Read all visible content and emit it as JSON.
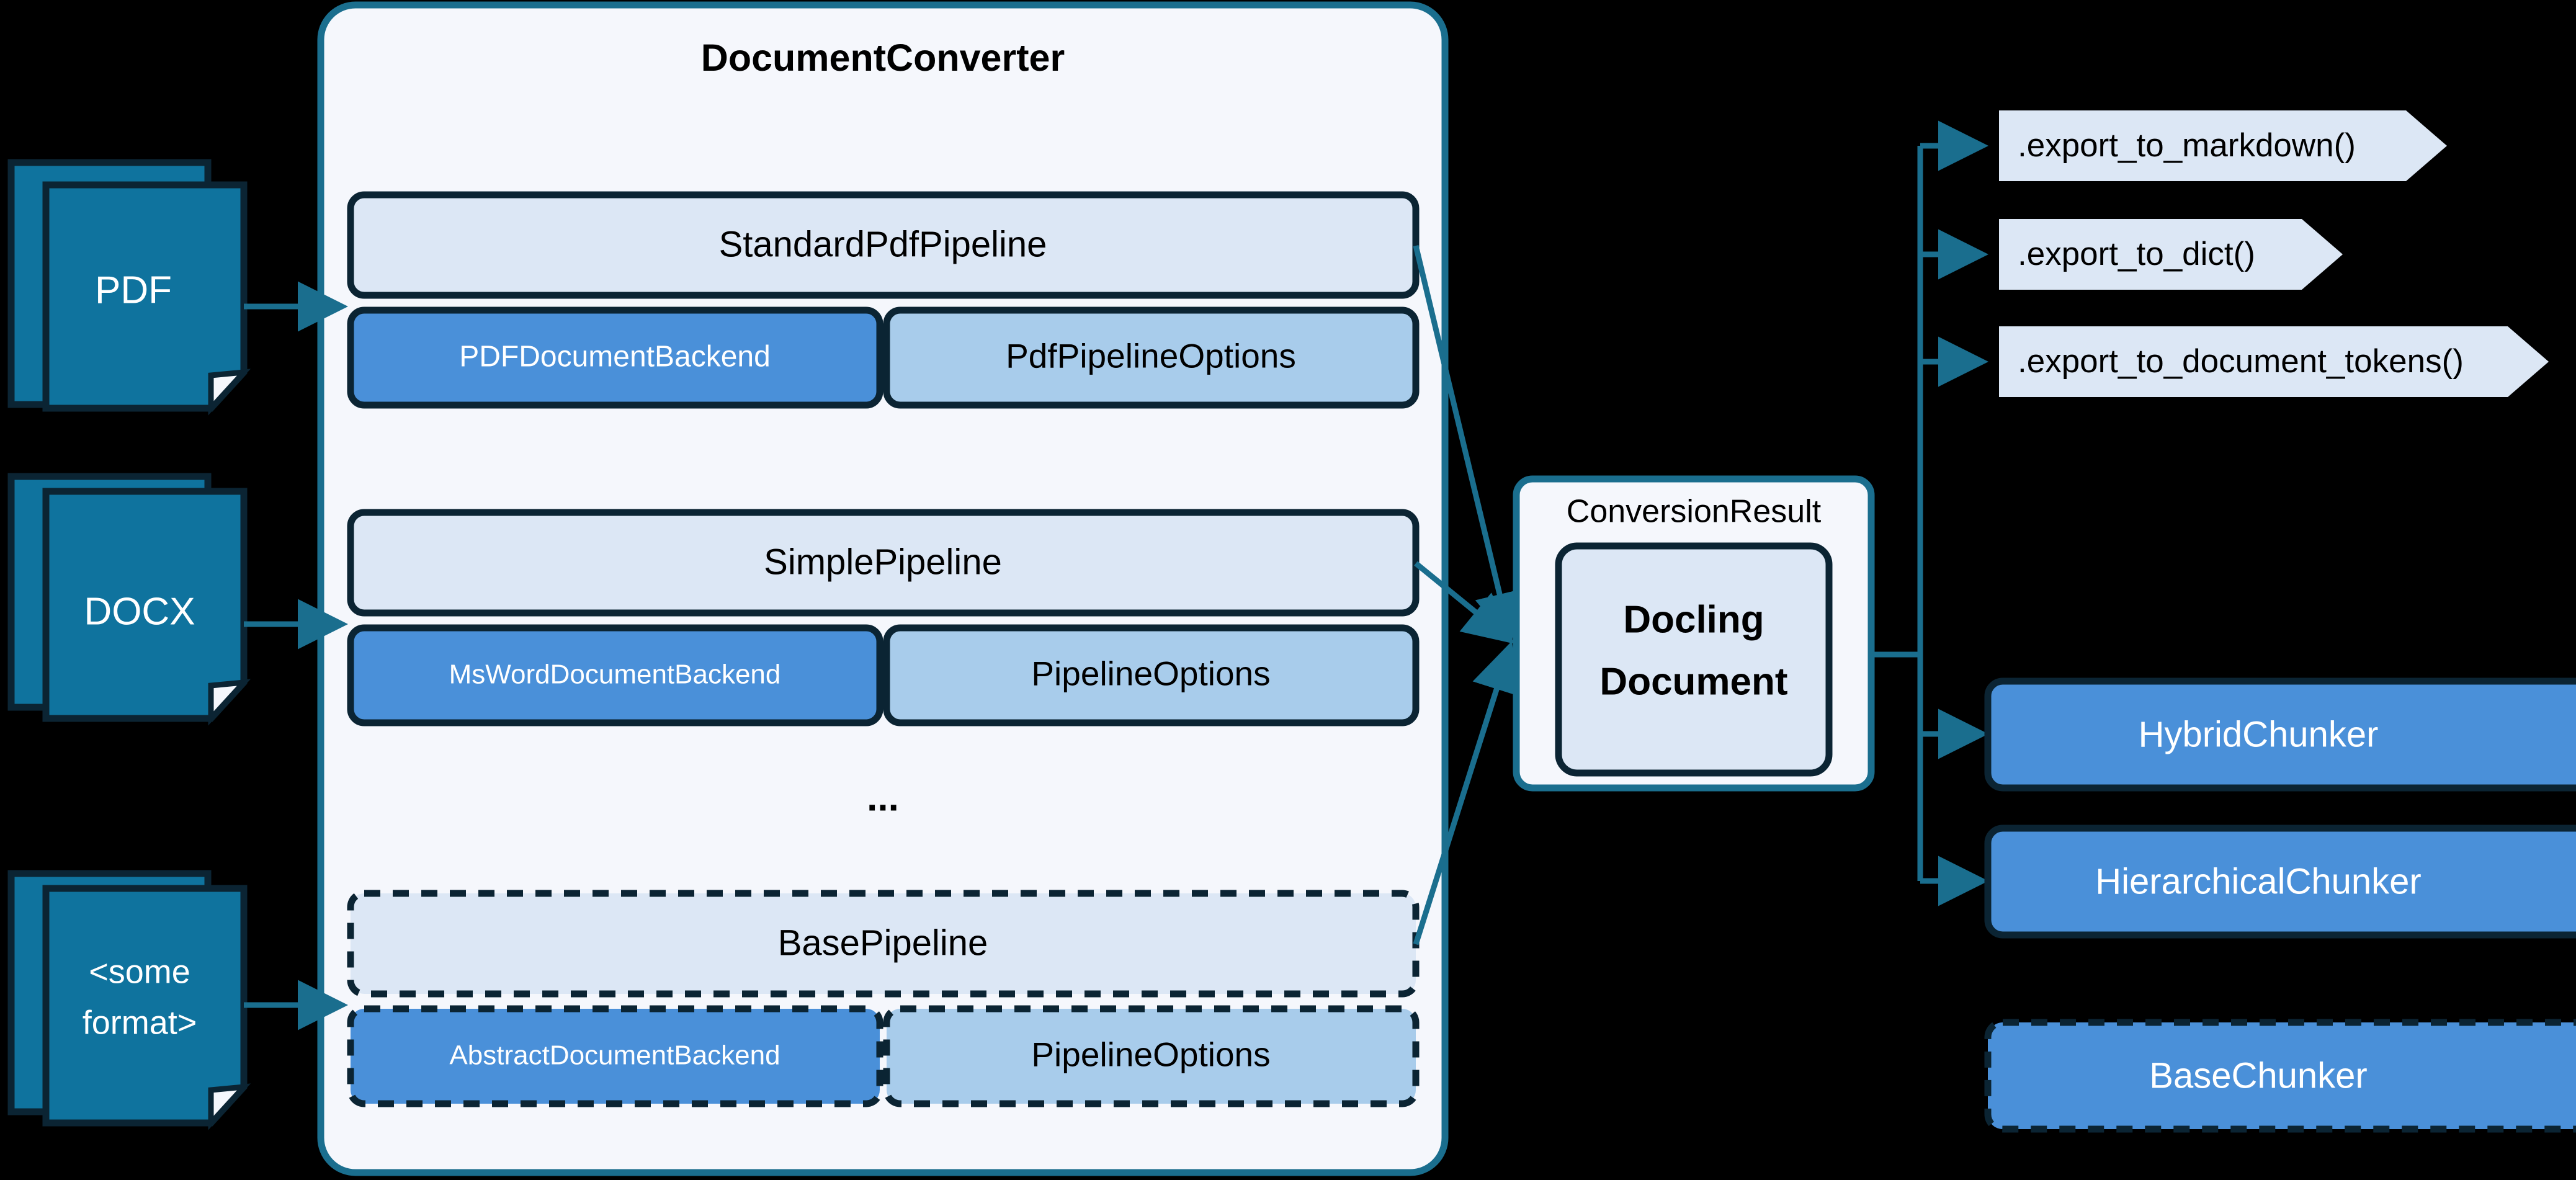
{
  "theme": {
    "background": "#000000",
    "panel_fill": "#F5F7FC",
    "panel_stroke": "#1A6E8E",
    "pipeline_header_fill": "#DCE7F5",
    "pipeline_header_stroke": "#0B2433",
    "backend_fill": "#4A90D9",
    "options_fill": "#A8CCEB",
    "doc_icon_fill": "#0F739E",
    "doc_icon_stroke": "#0B2433",
    "arrow_color": "#1A6E8E",
    "export_fill": "#DCE7F5",
    "chunker_fill": "#4A90D9",
    "chunker_stroke": "#0B2433",
    "docling_fill": "#DCE7F5",
    "ellipsis_color": "#0F739E",
    "text_dark": "#000000",
    "text_light": "#FFFFFF"
  },
  "inputs": {
    "documents": [
      {
        "label": "PDF",
        "multiline": false
      },
      {
        "label": "DOCX",
        "multiline": false
      },
      {
        "label_line1": "<some",
        "label_line2": "format>",
        "multiline": true
      }
    ],
    "ellipsis": "..."
  },
  "converter": {
    "title": "DocumentConverter",
    "ellipsis": "...",
    "pipelines": [
      {
        "name": "StandardPdfPipeline",
        "backend": "PDFDocumentBackend",
        "options": "PdfPipelineOptions",
        "dashed": false
      },
      {
        "name": "SimplePipeline",
        "backend": "MsWordDocumentBackend",
        "options": "PipelineOptions",
        "dashed": false
      },
      {
        "name": "BasePipeline",
        "backend": "AbstractDocumentBackend",
        "options": "PipelineOptions",
        "dashed": true
      }
    ]
  },
  "result": {
    "container_label": "ConversionResult",
    "document_line1": "Docling",
    "document_line2": "Document"
  },
  "exports": {
    "items": [
      {
        "label": ".export_to_markdown()"
      },
      {
        "label": ".export_to_dict()"
      },
      {
        "label": ".export_to_document_tokens()"
      }
    ],
    "ellipsis": "..."
  },
  "chunkers": {
    "items": [
      {
        "label": "HybridChunker",
        "dashed": false
      },
      {
        "label": "HierarchicalChunker",
        "dashed": false
      },
      {
        "label": "BaseChunker",
        "dashed": true
      }
    ],
    "ellipsis": "..."
  }
}
